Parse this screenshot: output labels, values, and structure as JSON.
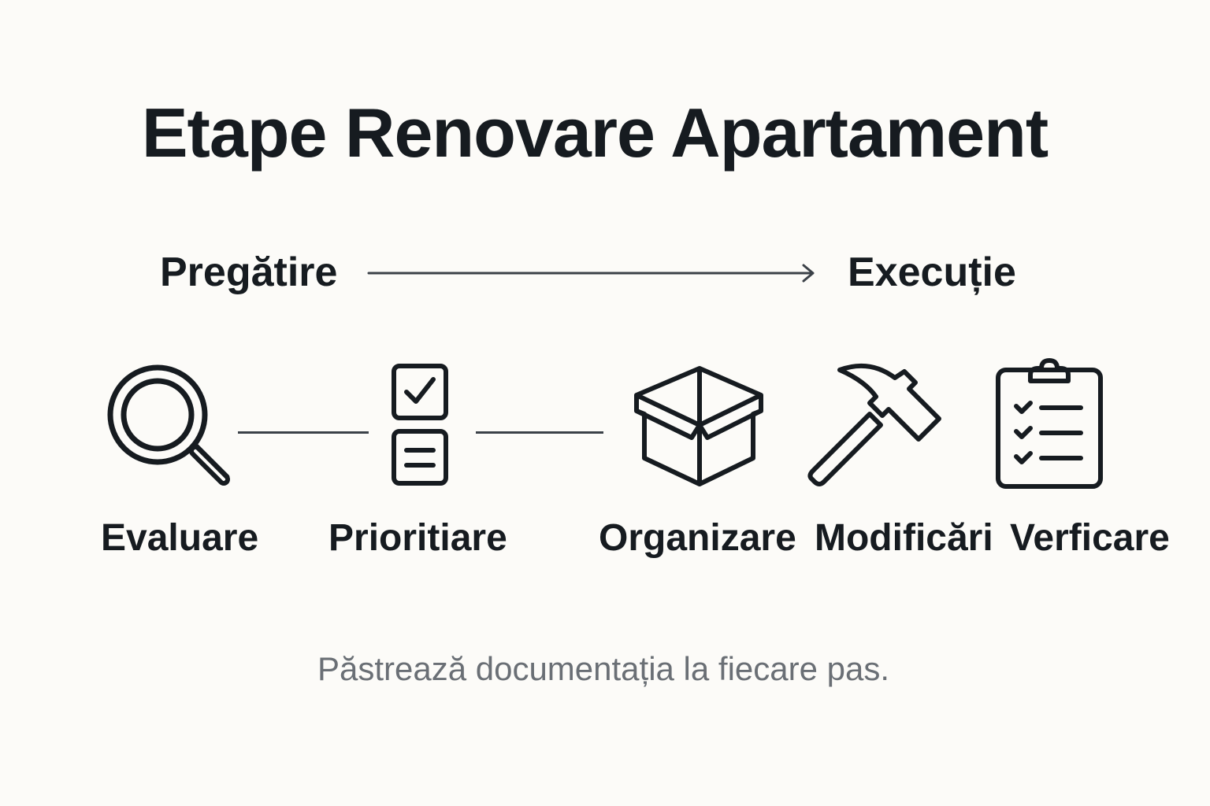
{
  "title": "Etape Renovare Apartament",
  "phases": {
    "start": "Pregătire",
    "end": "Execuție"
  },
  "steps": [
    {
      "label": "Evaluare",
      "icon": "magnifier-icon"
    },
    {
      "label": "Prioritiare",
      "icon": "checklist-boxes-icon"
    },
    {
      "label": "Organizare",
      "icon": "box-icon"
    },
    {
      "label": "Modificări",
      "icon": "hammer-icon"
    },
    {
      "label": "Verficare",
      "icon": "clipboard-checklist-icon"
    }
  ],
  "footer": "Păstrează documentația la fiecare pas.",
  "colors": {
    "background": "#fcfbf8",
    "ink": "#161b20",
    "muted": "#6a6f75",
    "line": "#3b4148"
  }
}
